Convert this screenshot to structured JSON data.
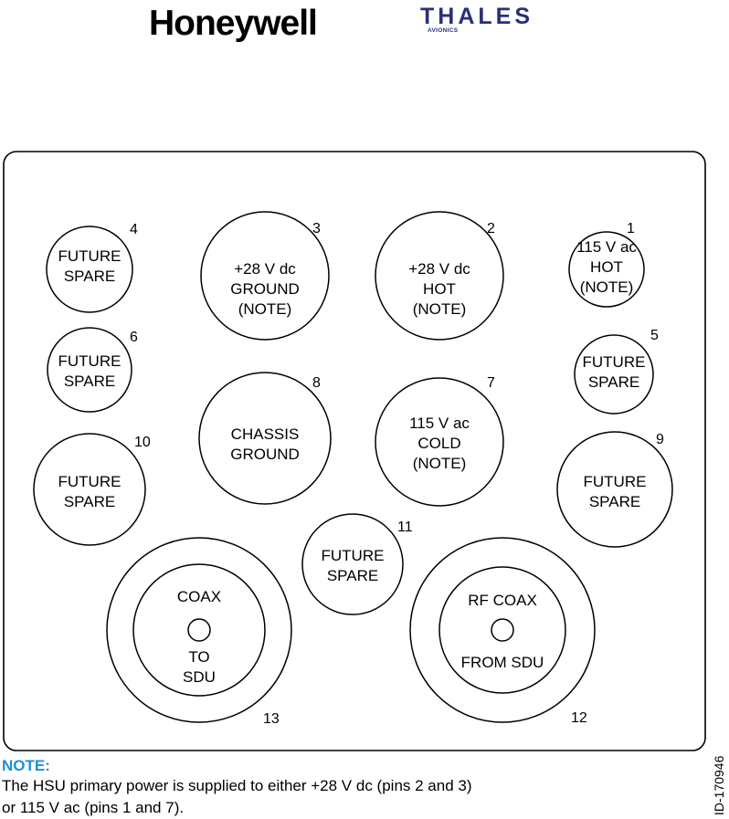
{
  "logos": {
    "honeywell": "Honeywell",
    "thales": "THALES",
    "thales_sub": "AVIONICS"
  },
  "pins": [
    {
      "id": "p1",
      "number": "1",
      "lines": [
        "115 V ac",
        "HOT",
        "(NOTE)"
      ]
    },
    {
      "id": "p2",
      "number": "2",
      "lines": [
        "+28 V dc",
        "HOT",
        "(NOTE)"
      ]
    },
    {
      "id": "p3",
      "number": "3",
      "lines": [
        "+28 V dc",
        "GROUND",
        "(NOTE)"
      ]
    },
    {
      "id": "p4",
      "number": "4",
      "lines": [
        "FUTURE",
        "SPARE"
      ]
    },
    {
      "id": "p5",
      "number": "5",
      "lines": [
        "FUTURE",
        "SPARE"
      ]
    },
    {
      "id": "p6",
      "number": "6",
      "lines": [
        "FUTURE",
        "SPARE"
      ]
    },
    {
      "id": "p7",
      "number": "7",
      "lines": [
        "115 V ac",
        "COLD",
        "(NOTE)"
      ]
    },
    {
      "id": "p8",
      "number": "8",
      "lines": [
        "CHASSIS",
        "GROUND"
      ]
    },
    {
      "id": "p9",
      "number": "9",
      "lines": [
        "FUTURE",
        "SPARE"
      ]
    },
    {
      "id": "p10",
      "number": "10",
      "lines": [
        "FUTURE",
        "SPARE"
      ]
    },
    {
      "id": "p11",
      "number": "11",
      "lines": [
        "FUTURE",
        "SPARE"
      ]
    },
    {
      "id": "p12",
      "number": "12",
      "lines": [
        "RF COAX",
        "FROM SDU"
      ]
    },
    {
      "id": "p13",
      "number": "13",
      "lines": [
        "COAX",
        "TO",
        "SDU"
      ]
    }
  ],
  "note": {
    "title": "NOTE:",
    "line1": "The HSU primary power is supplied to either +28 V dc (pins 2 and 3)",
    "line2": "or 115 V ac (pins 1 and 7)."
  },
  "doc_id": "ID-170946"
}
